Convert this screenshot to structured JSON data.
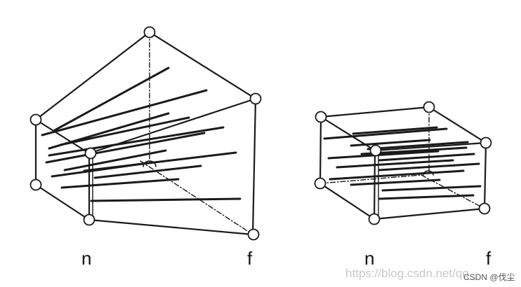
{
  "labels": {
    "frustum_near": "n",
    "frustum_far": "f",
    "box_near": "n",
    "box_far": "f"
  },
  "watermark": {
    "url": "https://blog.csdn.net/qq_",
    "brand": "CSDN @伐尘"
  },
  "colors": {
    "stroke": "#1a1a1a",
    "vertex_fill": "#ffffff",
    "background": "#ffffff"
  }
}
